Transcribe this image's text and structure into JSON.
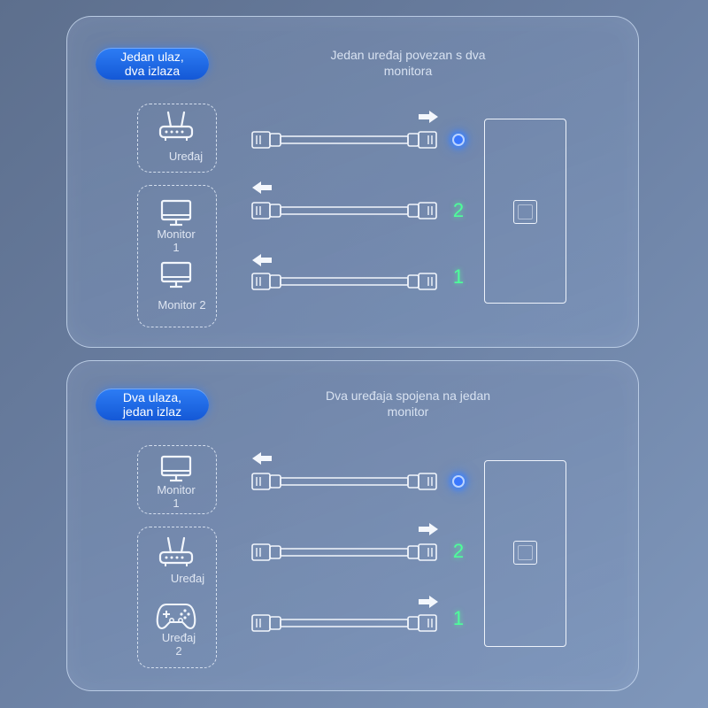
{
  "panels": [
    {
      "pill_label": "Jedan ulaz,\ndva izlaza",
      "description": "Jedan uređaj povezan s dva\nmonitora",
      "devices": {
        "router_label": "Uređaj",
        "monitor1_label": "Monitor\n1",
        "monitor2_label": "Monitor 2"
      },
      "ports": {
        "top": "",
        "mid": "2",
        "bottom": "1"
      }
    },
    {
      "pill_label": "Dva ulaza,\njedan izlaz",
      "description": "Dva uređaja spojena na jedan\nmonitor",
      "devices": {
        "monitor1_label": "Monitor\n1",
        "router_label": "Uređaj",
        "gamepad_label": "Uređaj\n2"
      },
      "ports": {
        "top": "",
        "mid": "2",
        "bottom": "1"
      }
    }
  ],
  "colors": {
    "pill": "#1f6ae8",
    "port_number": "#4dff9a",
    "led": "#3a78ff"
  },
  "icons": [
    "router-icon",
    "monitor-icon",
    "gamepad-icon",
    "hdmi-cable",
    "arrow-right-icon",
    "arrow-left-icon"
  ]
}
